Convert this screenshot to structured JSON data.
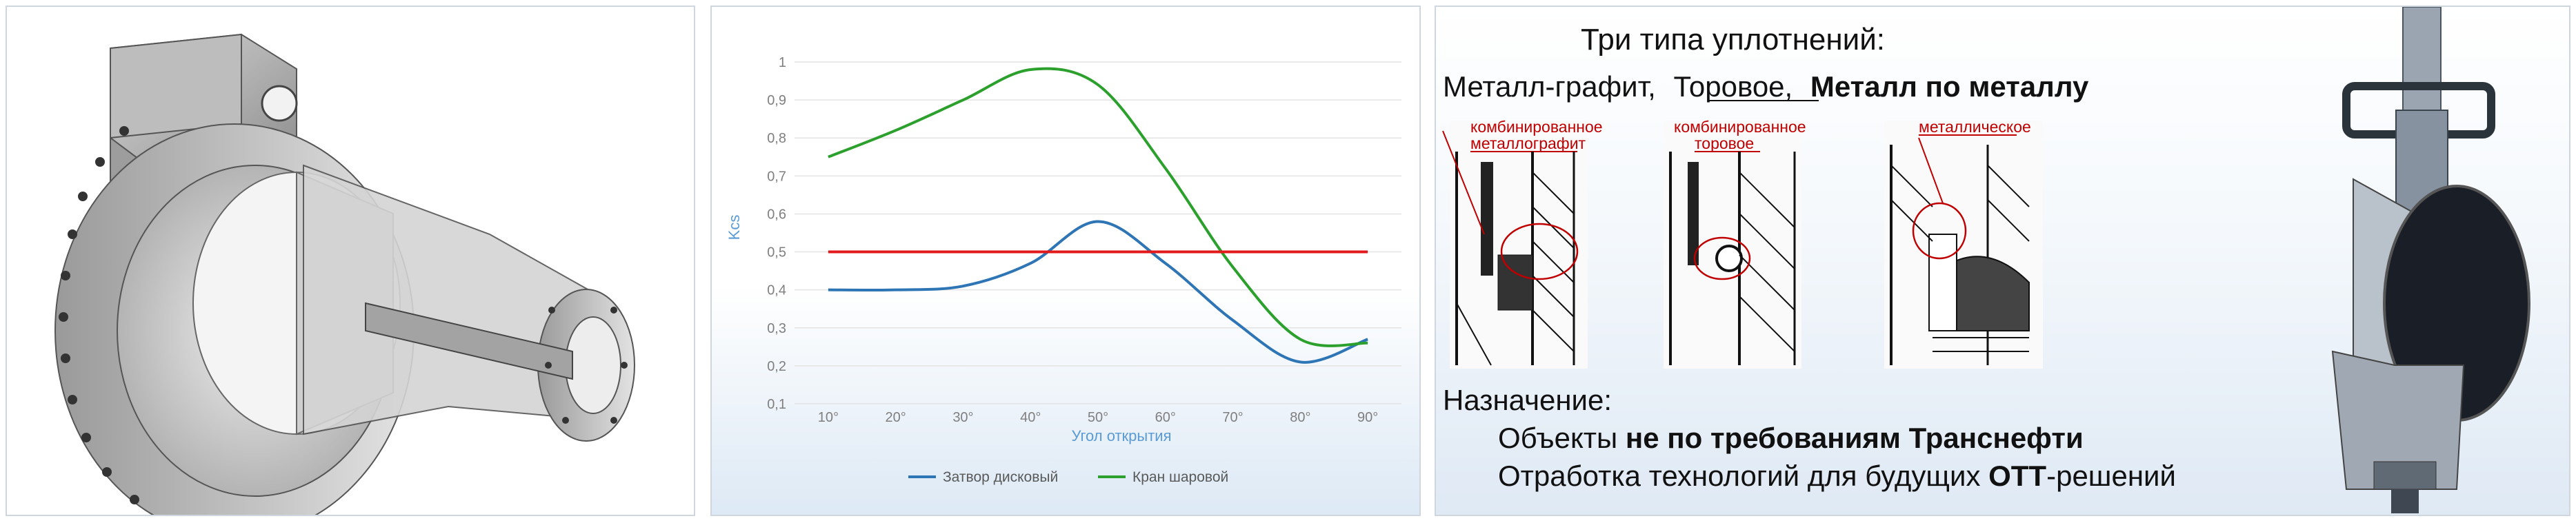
{
  "chart_data": {
    "type": "line",
    "xlabel": "Угол открытия",
    "ylabel": "Kcs",
    "categories": [
      "10°",
      "20°",
      "30°",
      "40°",
      "50°",
      "60°",
      "70°",
      "80°",
      "90°"
    ],
    "y_ticks": [
      "0,1",
      "0,2",
      "0,3",
      "0,4",
      "0,5",
      "0,6",
      "0,7",
      "0,8",
      "0,9",
      "1"
    ],
    "ylim": [
      0.1,
      1.0
    ],
    "grid": "horizontal",
    "legend_position": "bottom",
    "series": [
      {
        "name": "Затвор дисковый",
        "color": "#2e75b6",
        "values": [
          0.4,
          0.4,
          0.41,
          0.47,
          0.58,
          0.47,
          0.32,
          0.21,
          0.27
        ]
      },
      {
        "name": "Кран шаровой",
        "color": "#2ca02c",
        "values": [
          0.75,
          0.82,
          0.9,
          0.98,
          0.94,
          0.72,
          0.46,
          0.27,
          0.26
        ]
      },
      {
        "name": "",
        "color": "#e31a1c",
        "values": [
          0.5,
          0.5,
          0.5,
          0.5,
          0.5,
          0.5,
          0.5,
          0.5,
          0.5
        ]
      }
    ]
  },
  "slide": {
    "title": "Три типа уплотнений:",
    "types": {
      "a": "Металл-графит,",
      "b": "Торовое,",
      "c": "Металл по металлу"
    },
    "labels": {
      "l1a": "комбинированное",
      "l1b": "металлографит",
      "l2a": "комбинированное",
      "l2b": "торовое",
      "l3": "металлическое"
    },
    "purpose_title": "Назначение:",
    "line1_pre": "Объекты ",
    "line1_bold": "не по требованиям Транснефти",
    "line2_pre": "Отработка технологий для будущих ",
    "line2_bold": "ОТТ",
    "line2_post": "-решений"
  }
}
